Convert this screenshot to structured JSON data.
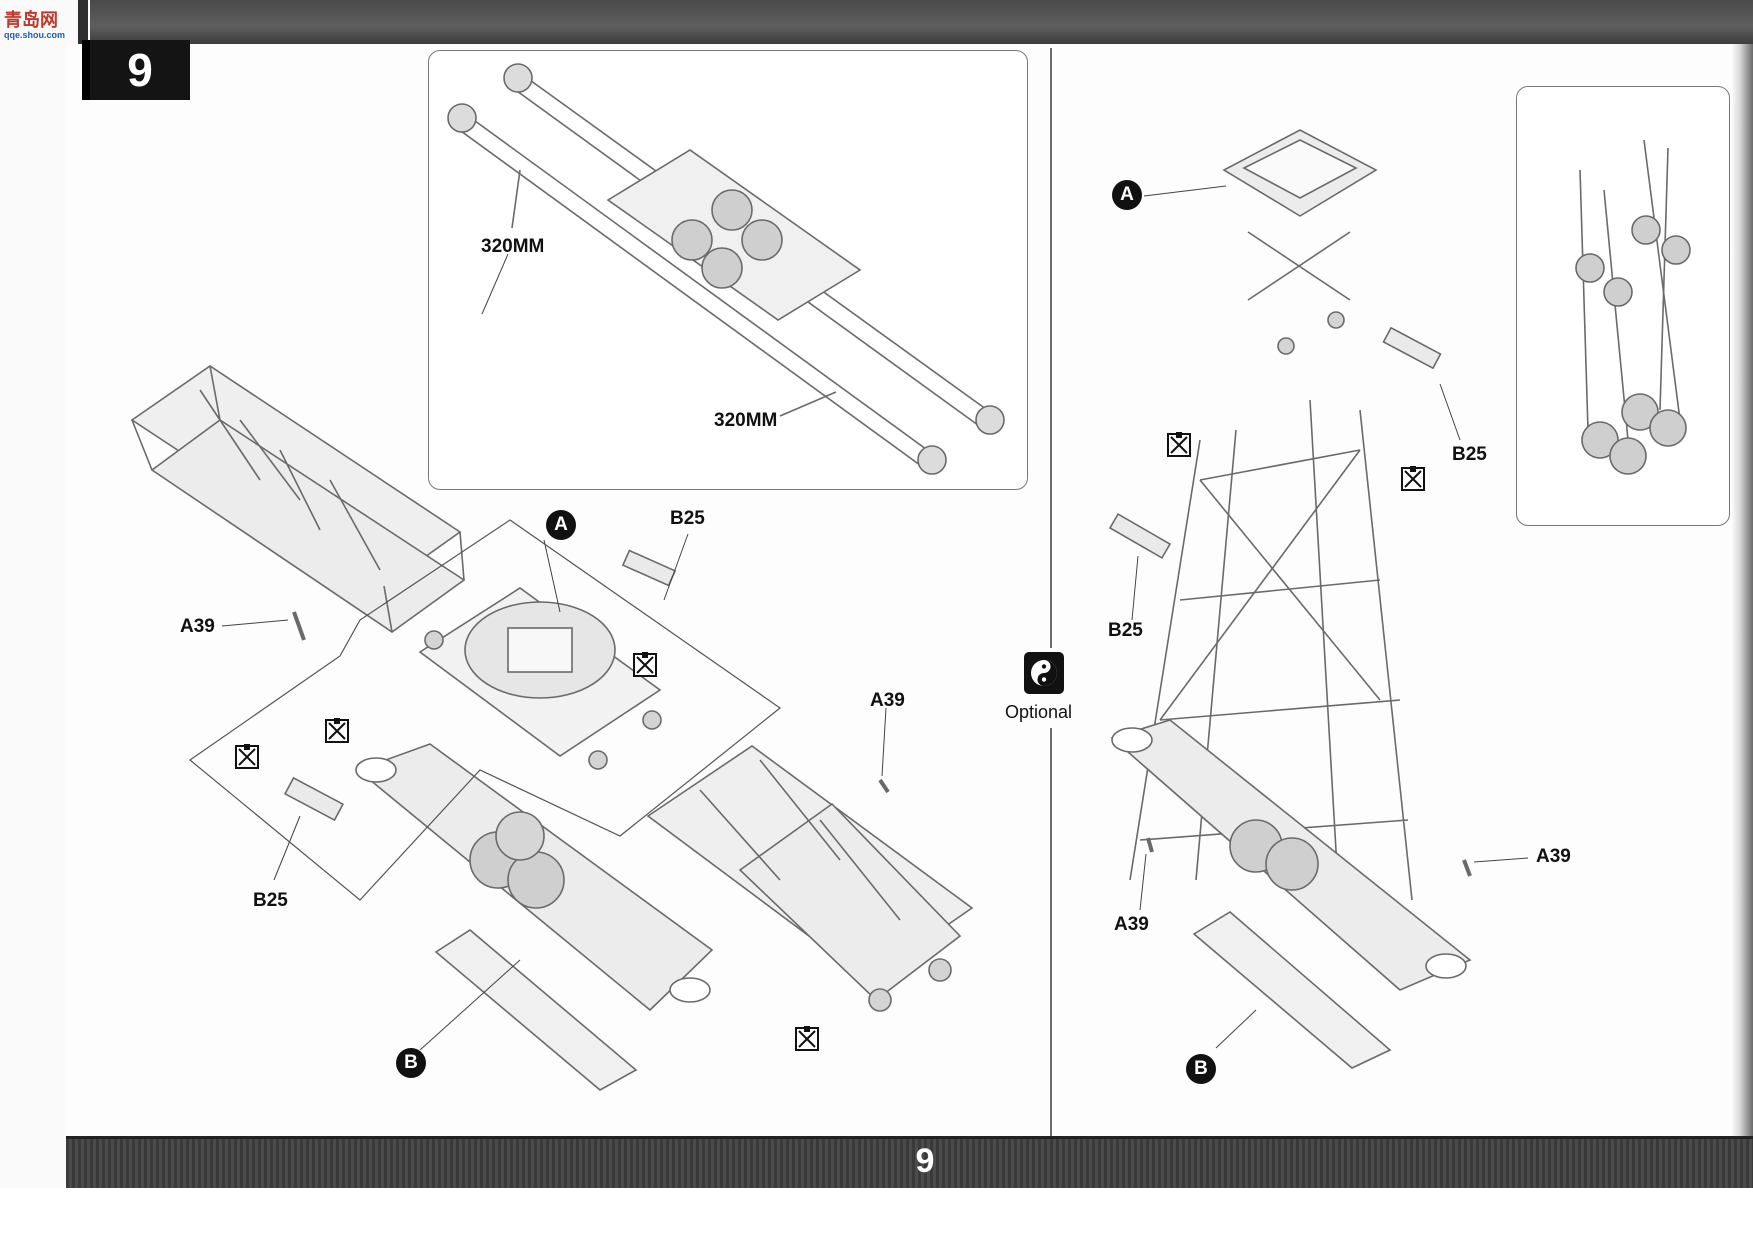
{
  "page": {
    "step_number": "9",
    "page_number": "9"
  },
  "watermark": {
    "text": "青岛网",
    "sub": "qqe.shou.com"
  },
  "left_panel": {
    "inset_labels": {
      "belt_a": "320MM",
      "belt_b": "320MM"
    },
    "callouts": {
      "a_marker": "A",
      "b_marker": "B",
      "b25_top": "B25",
      "b25_bottom": "B25",
      "a39_left": "A39",
      "a39_right": "A39"
    }
  },
  "center": {
    "optional_label": "Optional"
  },
  "right_panel": {
    "callouts": {
      "a_marker": "A",
      "b_marker": "B",
      "b25_right": "B25",
      "b25_left": "B25",
      "a39_left": "A39",
      "a39_right": "A39"
    }
  },
  "icons": {
    "optional": "yin-yang-optional-icon",
    "cut": "cut-sprue-icon"
  }
}
